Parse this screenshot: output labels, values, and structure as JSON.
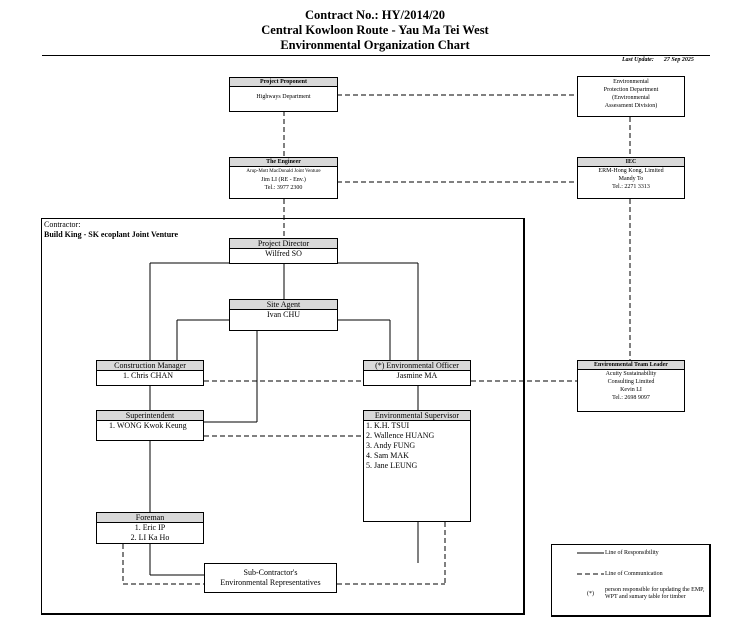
{
  "header": {
    "line1": "Contract No.: HY/2014/20",
    "line2": "Central Kowloon Route - Yau Ma Tei West",
    "line3": "Environmental Organization Chart",
    "last_update_label": "Last Update:",
    "last_update_date": "27 Sep 2025"
  },
  "boxes": {
    "project_proponent": {
      "title": "Project Proponent",
      "body": "Highways Department"
    },
    "epd": {
      "lines": [
        "Environmental",
        "Protection Department",
        "(Environmental",
        "Assessment Division)"
      ]
    },
    "engineer": {
      "title": "The Engineer",
      "org": "Arup-Mott MacDonald Joint Venture",
      "name": "Jim LI (RE - Env.)",
      "tel": "Tel.: 3977 2300"
    },
    "iec": {
      "title": "IEC",
      "org": "ERM-Hong Kong, Limited",
      "name": "Mandy To",
      "tel": "Tel.: 2271 3313"
    },
    "project_director": {
      "title": "Project Director",
      "name": "Wilfred SO"
    },
    "site_agent": {
      "title": "Site Agent",
      "name": "Ivan CHU"
    },
    "construction_manager": {
      "title": "Construction Manager",
      "name": "1. Chris CHAN"
    },
    "env_officer": {
      "title": "(*) Environmental Officer",
      "name": "Jasmine MA"
    },
    "etl": {
      "title": "Environmental Team Leader",
      "org1": "Acuity Sustainability",
      "org2": "Consulting Limited",
      "name": "Kevin LI",
      "tel": "Tel.: 2698 9097"
    },
    "superintendent": {
      "title": "Superintendent",
      "name": "1. WONG Kwok Keung"
    },
    "env_supervisor": {
      "title": "Environmental Supervisor",
      "names": [
        "1. K.H. TSUI",
        "2. Wallence HUANG",
        "3. Andy FUNG",
        "4. Sam MAK",
        "5. Jane LEUNG"
      ]
    },
    "foreman": {
      "title": "Foreman",
      "names": [
        "1. Eric IP",
        "2. LI Ka Ho"
      ]
    },
    "subcontractor": {
      "line1": "Sub-Contractor's",
      "line2": "Environmental Representatives"
    }
  },
  "contractor": {
    "label": "Contractor:",
    "name": "Build King - SK ecoplant Joint Venture"
  },
  "legend": {
    "responsibility": "Line of Responsibility",
    "communication": "Line of Communication",
    "asterisk": "(*)",
    "asterisk_note": "person responsible for updating the EMP, WPT and sumary table for timber"
  }
}
